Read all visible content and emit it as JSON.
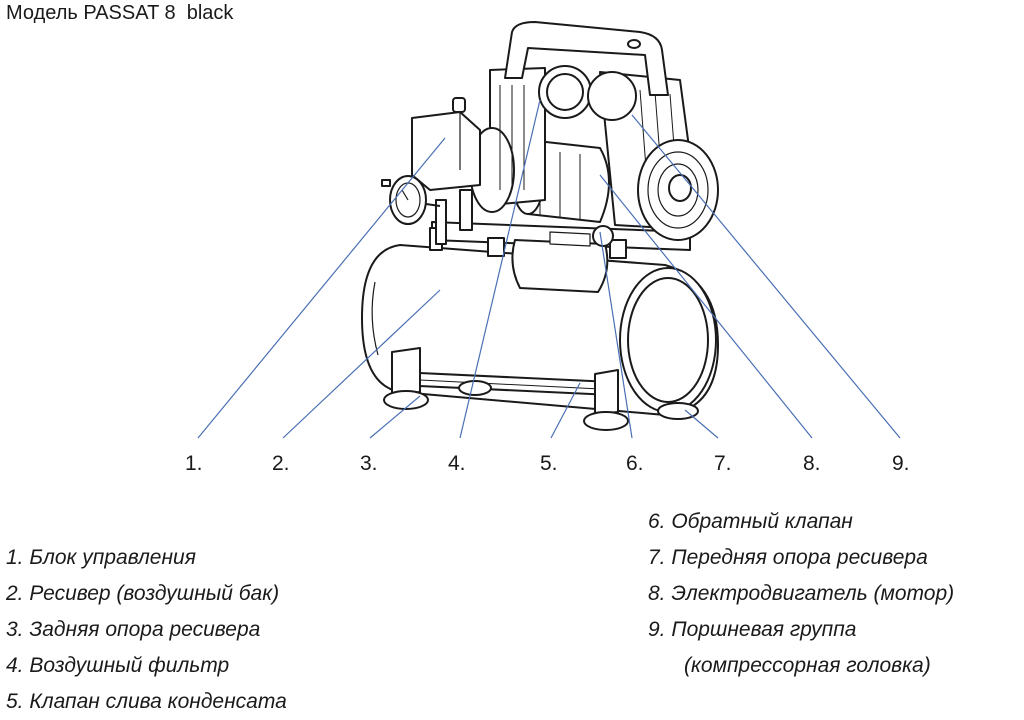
{
  "title": "Модель PASSAT 8  black",
  "callouts": [
    "1.",
    "2.",
    "3.",
    "4.",
    "5.",
    "6.",
    "7.",
    "8.",
    "9."
  ],
  "legend_left": [
    "1. Блок управления",
    "2. Ресивер (воздушный бак)",
    "3. Задняя опора ресивера",
    "4. Воздушный фильтр",
    "5. Клапан слива конденсата"
  ],
  "legend_right": [
    "6. Обратный клапан",
    "7. Передняя опора ресивера",
    "8. Электродвигатель (мотор)",
    "9. Поршневая группа",
    "(компрессорная головка)"
  ],
  "colors": {
    "leader_line": "#4a6fb5",
    "line_art": "#1a1a1a"
  }
}
